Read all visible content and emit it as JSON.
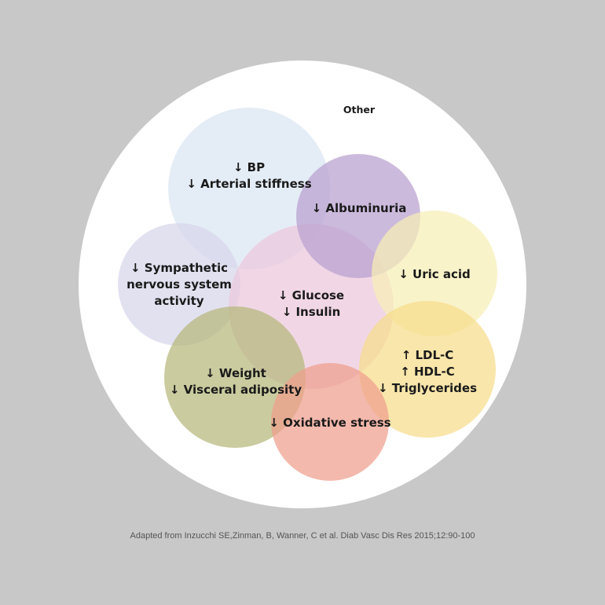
{
  "outer": {
    "label": "Other",
    "color": "#ffffff"
  },
  "circles": [
    {
      "id": "bp",
      "color": "#d9e6f3",
      "lines": [
        "↓ BP",
        "↓ Arterial stiffness"
      ]
    },
    {
      "id": "sympathetic",
      "color": "#d7d6ea",
      "lines": [
        "↓ Sympathetic",
        "nervous system",
        "activity"
      ]
    },
    {
      "id": "glucose",
      "color": "#ecc8dc",
      "lines": [
        "↓ Glucose",
        "↓ Insulin"
      ]
    },
    {
      "id": "albuminuria",
      "color": "#b89fcf",
      "lines": [
        "↓ Albuminuria"
      ]
    },
    {
      "id": "uric-acid",
      "color": "#f7efb5",
      "lines": [
        "↓ Uric acid"
      ]
    },
    {
      "id": "weight",
      "color": "#b6b77a",
      "lines": [
        "↓ Weight",
        "↓ Visceral adiposity"
      ]
    },
    {
      "id": "lipids",
      "color": "#f6dc8a",
      "lines": [
        "↑ LDL-C",
        "↑ HDL-C",
        "↓ Triglycerides"
      ]
    },
    {
      "id": "oxidative",
      "color": "#ee9e8c",
      "lines": [
        "↓ Oxidative stress"
      ]
    }
  ],
  "caption": "Adapted from Inzucchi SE,Zinman, B, Wanner, C et al. Diab Vasc Dis Res 2015;12:90-100"
}
